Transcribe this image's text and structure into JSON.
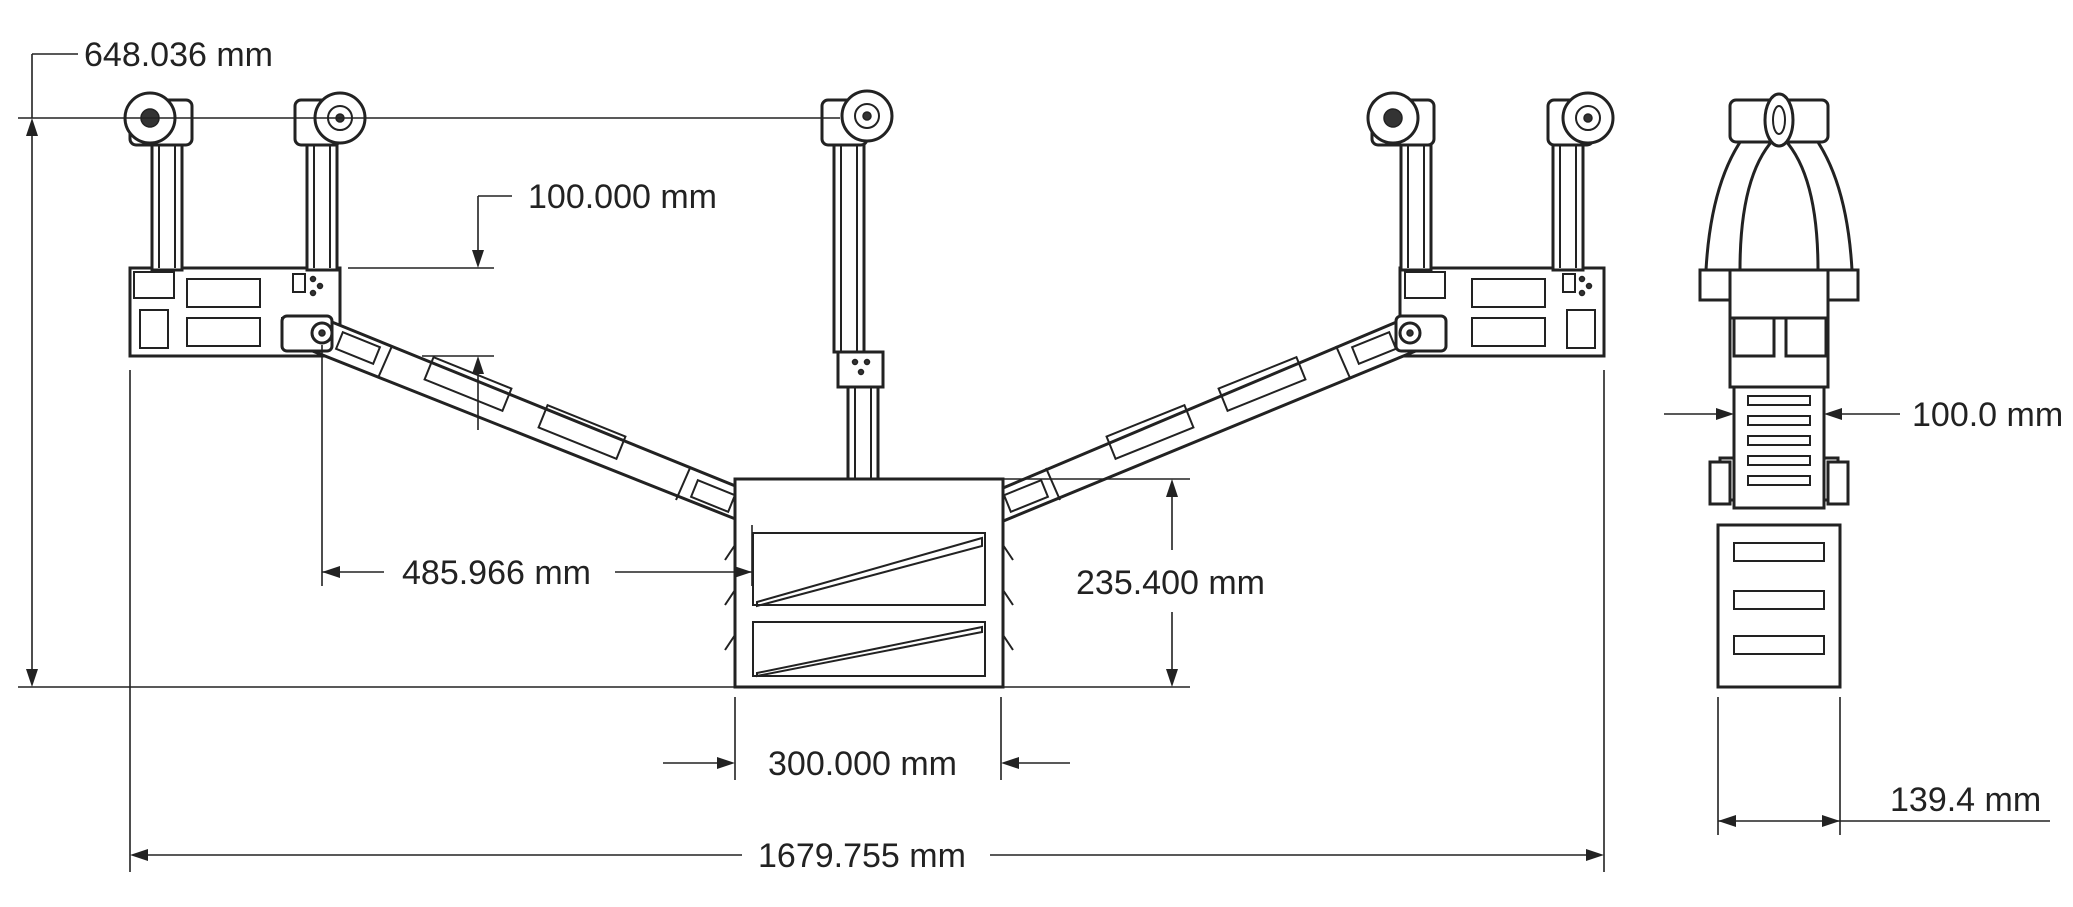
{
  "drawing": {
    "dimensions": {
      "total_height": "648.036 mm",
      "top_offset": "100.000 mm",
      "arm_span": "485.966 mm",
      "body_height": "235.400 mm",
      "body_width": "300.000 mm",
      "total_width": "1679.755 mm",
      "side_gap": "100.0 mm",
      "side_width": "139.4 mm"
    }
  }
}
